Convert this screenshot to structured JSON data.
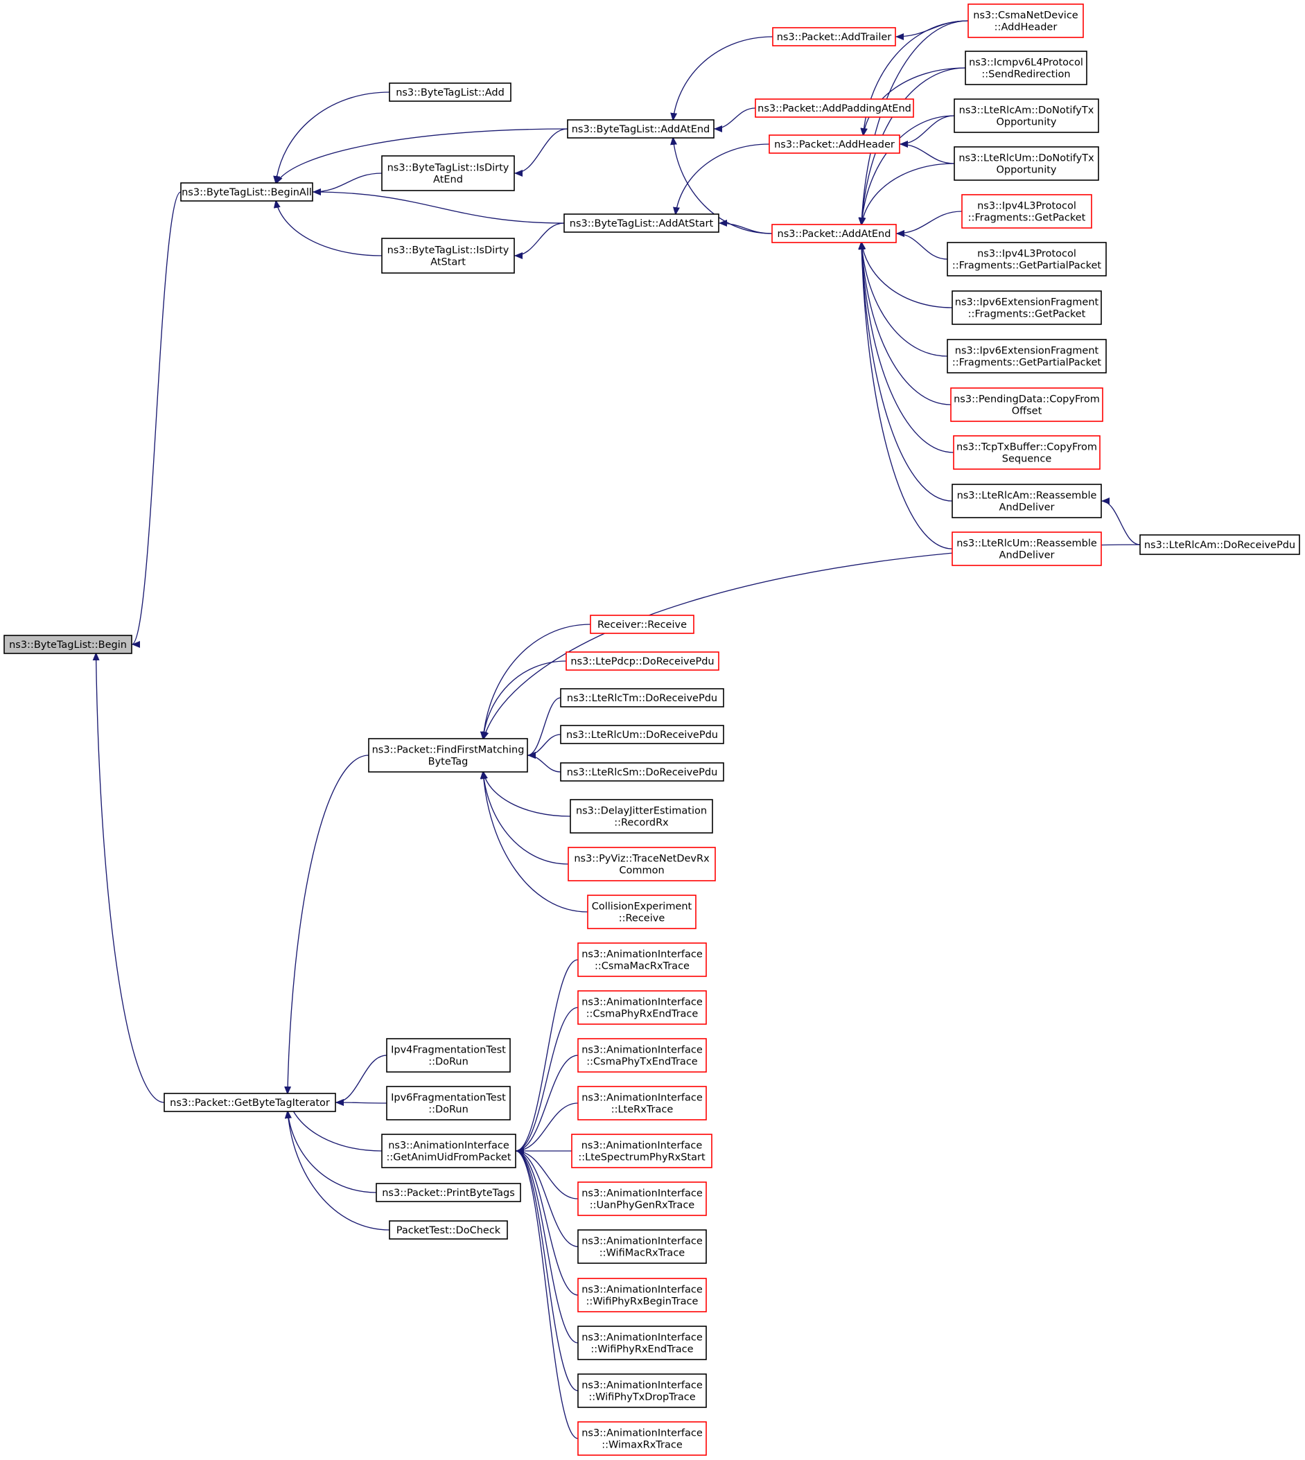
{
  "graph": {
    "colors": {
      "edge": "#191970",
      "arrowhead": "#191970",
      "border_normal": "#000000",
      "border_truncated": "#ff0000",
      "focus_fill": "#bfbfbf",
      "node_fill": "#ffffff"
    },
    "nodes": [
      {
        "id": "begin",
        "label": [
          "ns3::ByteTagList::Begin"
        ],
        "style": "focus"
      },
      {
        "id": "beginAll",
        "label": [
          "ns3::ByteTagList::BeginAll"
        ],
        "style": "normal"
      },
      {
        "id": "btlAdd",
        "label": [
          "ns3::ByteTagList::Add"
        ],
        "style": "normal"
      },
      {
        "id": "btlAddAtEnd",
        "label": [
          "ns3::ByteTagList::AddAtEnd"
        ],
        "style": "normal"
      },
      {
        "id": "isDirtyEnd",
        "label": [
          "ns3::ByteTagList::IsDirty",
          "AtEnd"
        ],
        "style": "normal"
      },
      {
        "id": "btlAddAtStart",
        "label": [
          "ns3::ByteTagList::AddAtStart"
        ],
        "style": "normal"
      },
      {
        "id": "isDirtyStart",
        "label": [
          "ns3::ByteTagList::IsDirty",
          "AtStart"
        ],
        "style": "normal"
      },
      {
        "id": "pktAddTrailer",
        "label": [
          "ns3::Packet::AddTrailer"
        ],
        "style": "truncated"
      },
      {
        "id": "pktAddPadding",
        "label": [
          "ns3::Packet::AddPaddingAtEnd"
        ],
        "style": "truncated"
      },
      {
        "id": "pktAddHeader",
        "label": [
          "ns3::Packet::AddHeader"
        ],
        "style": "truncated"
      },
      {
        "id": "pktAddAtEnd",
        "label": [
          "ns3::Packet::AddAtEnd"
        ],
        "style": "truncated"
      },
      {
        "id": "csmaAddHeader",
        "label": [
          "ns3::CsmaNetDevice",
          "::AddHeader"
        ],
        "style": "truncated"
      },
      {
        "id": "icmpSendRedir",
        "label": [
          "ns3::Icmpv6L4Protocol",
          "::SendRedirection"
        ],
        "style": "normal"
      },
      {
        "id": "rlcAmNotify",
        "label": [
          "ns3::LteRlcAm::DoNotifyTx",
          "Opportunity"
        ],
        "style": "normal"
      },
      {
        "id": "rlcUmNotify",
        "label": [
          "ns3::LteRlcUm::DoNotifyTx",
          "Opportunity"
        ],
        "style": "normal"
      },
      {
        "id": "ipv4FragGet",
        "label": [
          "ns3::Ipv4L3Protocol",
          "::Fragments::GetPacket"
        ],
        "style": "truncated"
      },
      {
        "id": "ipv4FragPartial",
        "label": [
          "ns3::Ipv4L3Protocol",
          "::Fragments::GetPartialPacket"
        ],
        "style": "normal"
      },
      {
        "id": "ipv6FragGet",
        "label": [
          "ns3::Ipv6ExtensionFragment",
          "::Fragments::GetPacket"
        ],
        "style": "normal"
      },
      {
        "id": "ipv6FragPartial",
        "label": [
          "ns3::Ipv6ExtensionFragment",
          "::Fragments::GetPartialPacket"
        ],
        "style": "normal"
      },
      {
        "id": "pendingCopy",
        "label": [
          "ns3::PendingData::CopyFrom",
          "Offset"
        ],
        "style": "truncated"
      },
      {
        "id": "tcpCopy",
        "label": [
          "ns3::TcpTxBuffer::CopyFrom",
          "Sequence"
        ],
        "style": "truncated"
      },
      {
        "id": "rlcAmReasm",
        "label": [
          "ns3::LteRlcAm::Reassemble",
          "AndDeliver"
        ],
        "style": "normal"
      },
      {
        "id": "rlcUmReasm",
        "label": [
          "ns3::LteRlcUm::Reassemble",
          "AndDeliver"
        ],
        "style": "truncated"
      },
      {
        "id": "rlcAmRecv",
        "label": [
          "ns3::LteRlcAm::DoReceivePdu"
        ],
        "style": "normal"
      },
      {
        "id": "findFirst",
        "label": [
          "ns3::Packet::FindFirstMatching",
          "ByteTag"
        ],
        "style": "normal"
      },
      {
        "id": "receiverRecv",
        "label": [
          "Receiver::Receive"
        ],
        "style": "truncated"
      },
      {
        "id": "pdcpRecv",
        "label": [
          "ns3::LtePdcp::DoReceivePdu"
        ],
        "style": "truncated"
      },
      {
        "id": "rlcTmRecv",
        "label": [
          "ns3::LteRlcTm::DoReceivePdu"
        ],
        "style": "normal"
      },
      {
        "id": "rlcUmRecv",
        "label": [
          "ns3::LteRlcUm::DoReceivePdu"
        ],
        "style": "normal"
      },
      {
        "id": "rlcSmRecv",
        "label": [
          "ns3::LteRlcSm::DoReceivePdu"
        ],
        "style": "normal"
      },
      {
        "id": "delayJitter",
        "label": [
          "ns3::DelayJitterEstimation",
          "::RecordRx"
        ],
        "style": "normal"
      },
      {
        "id": "pyviz",
        "label": [
          "ns3::PyViz::TraceNetDevRx",
          "Common"
        ],
        "style": "truncated"
      },
      {
        "id": "collision",
        "label": [
          "CollisionExperiment",
          "::Receive"
        ],
        "style": "truncated"
      },
      {
        "id": "getByteTagIt",
        "label": [
          "ns3::Packet::GetByteTagIterator"
        ],
        "style": "normal"
      },
      {
        "id": "ipv4FragTest",
        "label": [
          "Ipv4FragmentationTest",
          "::DoRun"
        ],
        "style": "normal"
      },
      {
        "id": "ipv6FragTest",
        "label": [
          "Ipv6FragmentationTest",
          "::DoRun"
        ],
        "style": "normal"
      },
      {
        "id": "getAnimUid",
        "label": [
          "ns3::AnimationInterface",
          "::GetAnimUidFromPacket"
        ],
        "style": "normal"
      },
      {
        "id": "printByteTags",
        "label": [
          "ns3::Packet::PrintByteTags"
        ],
        "style": "normal"
      },
      {
        "id": "packetTestCheck",
        "label": [
          "PacketTest::DoCheck"
        ],
        "style": "normal"
      },
      {
        "id": "aiCsmaMacRx",
        "label": [
          "ns3::AnimationInterface",
          "::CsmaMacRxTrace"
        ],
        "style": "truncated"
      },
      {
        "id": "aiCsmaPhyRxEnd",
        "label": [
          "ns3::AnimationInterface",
          "::CsmaPhyRxEndTrace"
        ],
        "style": "truncated"
      },
      {
        "id": "aiCsmaPhyTxEnd",
        "label": [
          "ns3::AnimationInterface",
          "::CsmaPhyTxEndTrace"
        ],
        "style": "truncated"
      },
      {
        "id": "aiLteRx",
        "label": [
          "ns3::AnimationInterface",
          "::LteRxTrace"
        ],
        "style": "truncated"
      },
      {
        "id": "aiLteSpectrum",
        "label": [
          "ns3::AnimationInterface",
          "::LteSpectrumPhyRxStart"
        ],
        "style": "truncated"
      },
      {
        "id": "aiUanPhy",
        "label": [
          "ns3::AnimationInterface",
          "::UanPhyGenRxTrace"
        ],
        "style": "truncated"
      },
      {
        "id": "aiWifiMacRx",
        "label": [
          "ns3::AnimationInterface",
          "::WifiMacRxTrace"
        ],
        "style": "normal"
      },
      {
        "id": "aiWifiPhyRxBegin",
        "label": [
          "ns3::AnimationInterface",
          "::WifiPhyRxBeginTrace"
        ],
        "style": "truncated"
      },
      {
        "id": "aiWifiPhyRxEnd",
        "label": [
          "ns3::AnimationInterface",
          "::WifiPhyRxEndTrace"
        ],
        "style": "normal"
      },
      {
        "id": "aiWifiPhyTxDrop",
        "label": [
          "ns3::AnimationInterface",
          "::WifiPhyTxDropTrace"
        ],
        "style": "normal"
      },
      {
        "id": "aiWimaxRx",
        "label": [
          "ns3::AnimationInterface",
          "::WimaxRxTrace"
        ],
        "style": "truncated"
      }
    ],
    "edges": [
      [
        "beginAll",
        "begin"
      ],
      [
        "getByteTagIt",
        "begin"
      ],
      [
        "btlAdd",
        "beginAll"
      ],
      [
        "btlAddAtEnd",
        "beginAll"
      ],
      [
        "isDirtyEnd",
        "beginAll"
      ],
      [
        "btlAddAtStart",
        "beginAll"
      ],
      [
        "isDirtyStart",
        "beginAll"
      ],
      [
        "btlAddAtEnd",
        "isDirtyEnd"
      ],
      [
        "btlAddAtStart",
        "isDirtyStart"
      ],
      [
        "pktAddTrailer",
        "btlAddAtEnd"
      ],
      [
        "pktAddPadding",
        "btlAddAtEnd"
      ],
      [
        "pktAddAtEnd",
        "btlAddAtEnd"
      ],
      [
        "pktAddHeader",
        "btlAddAtStart"
      ],
      [
        "pktAddAtEnd",
        "btlAddAtStart"
      ],
      [
        "csmaAddHeader",
        "pktAddTrailer"
      ],
      [
        "csmaAddHeader",
        "pktAddHeader"
      ],
      [
        "icmpSendRedir",
        "pktAddHeader"
      ],
      [
        "rlcAmNotify",
        "pktAddHeader"
      ],
      [
        "rlcUmNotify",
        "pktAddHeader"
      ],
      [
        "csmaAddHeader",
        "pktAddAtEnd"
      ],
      [
        "icmpSendRedir",
        "pktAddAtEnd"
      ],
      [
        "rlcAmNotify",
        "pktAddAtEnd"
      ],
      [
        "rlcUmNotify",
        "pktAddAtEnd"
      ],
      [
        "ipv4FragGet",
        "pktAddAtEnd"
      ],
      [
        "ipv4FragPartial",
        "pktAddAtEnd"
      ],
      [
        "ipv6FragGet",
        "pktAddAtEnd"
      ],
      [
        "ipv6FragPartial",
        "pktAddAtEnd"
      ],
      [
        "pendingCopy",
        "pktAddAtEnd"
      ],
      [
        "tcpCopy",
        "pktAddAtEnd"
      ],
      [
        "rlcAmReasm",
        "pktAddAtEnd"
      ],
      [
        "rlcUmReasm",
        "pktAddAtEnd"
      ],
      [
        "rlcAmRecv",
        "rlcAmReasm"
      ],
      [
        "rlcAmRecv",
        "findFirst"
      ],
      [
        "receiverRecv",
        "findFirst"
      ],
      [
        "pdcpRecv",
        "findFirst"
      ],
      [
        "rlcTmRecv",
        "findFirst"
      ],
      [
        "rlcUmRecv",
        "findFirst"
      ],
      [
        "rlcSmRecv",
        "findFirst"
      ],
      [
        "delayJitter",
        "findFirst"
      ],
      [
        "pyviz",
        "findFirst"
      ],
      [
        "collision",
        "findFirst"
      ],
      [
        "findFirst",
        "getByteTagIt"
      ],
      [
        "ipv4FragTest",
        "getByteTagIt"
      ],
      [
        "ipv6FragTest",
        "getByteTagIt"
      ],
      [
        "getAnimUid",
        "getByteTagIt"
      ],
      [
        "printByteTags",
        "getByteTagIt"
      ],
      [
        "packetTestCheck",
        "getByteTagIt"
      ],
      [
        "aiCsmaMacRx",
        "getAnimUid"
      ],
      [
        "aiCsmaPhyRxEnd",
        "getAnimUid"
      ],
      [
        "aiCsmaPhyTxEnd",
        "getAnimUid"
      ],
      [
        "aiLteRx",
        "getAnimUid"
      ],
      [
        "aiLteSpectrum",
        "getAnimUid"
      ],
      [
        "aiUanPhy",
        "getAnimUid"
      ],
      [
        "aiWifiMacRx",
        "getAnimUid"
      ],
      [
        "aiWifiPhyRxBegin",
        "getAnimUid"
      ],
      [
        "aiWifiPhyRxEnd",
        "getAnimUid"
      ],
      [
        "aiWifiPhyTxDrop",
        "getAnimUid"
      ],
      [
        "aiWimaxRx",
        "getAnimUid"
      ]
    ]
  }
}
